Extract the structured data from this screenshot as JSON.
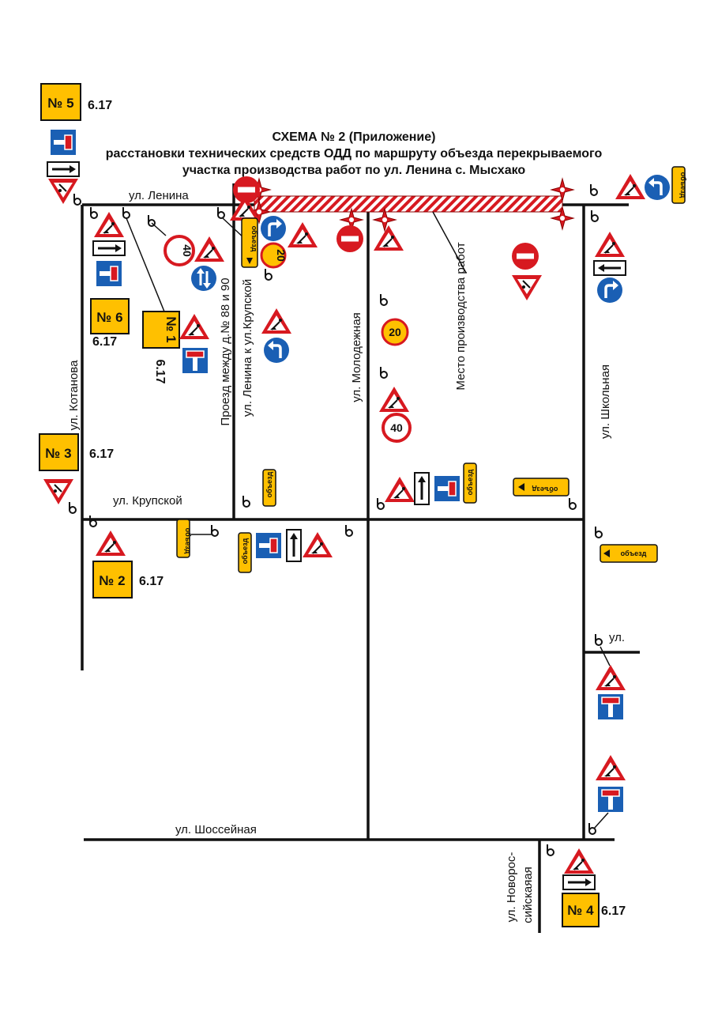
{
  "title": {
    "line1": "СХЕМА № 2 (Приложение)",
    "line2": "расстановки технических средств ОДД по маршруту объезда перекрываемого",
    "line3": "участка производства работ по ул. Ленина с. Мысхако"
  },
  "streets": {
    "lenina": "ул. Ленина",
    "kotanova": "ул. Котанова",
    "krupskoy": "ул. Крупской",
    "shosseynaya": "ул. Шоссейная",
    "proezd": "Проезд между д.№ 88 и 90",
    "lenina_krupskoy": "ул. Ленина к ул.Крупской",
    "molodezhnaya": "ул. Молодежная",
    "workplace": "Место производства работ",
    "shkolnaya": "ул. Школьная",
    "ul_short": "ул.",
    "novoross_1": "ул. Новорос-",
    "novoross_2": "сийскаяая"
  },
  "points": [
    {
      "id": "no5",
      "label": "№ 5",
      "ref": "6.17"
    },
    {
      "id": "no6",
      "label": "№ 6",
      "ref": "6.17"
    },
    {
      "id": "no1",
      "label": "№ 1",
      "ref": "6.17"
    },
    {
      "id": "no3",
      "label": "№ 3",
      "ref": "6.17"
    },
    {
      "id": "no2",
      "label": "№ 2",
      "ref": "6.17"
    },
    {
      "id": "no4",
      "label": "№ 4",
      "ref": "6.17"
    }
  ],
  "sign_text": {
    "detour": "объезд",
    "speed_40": "40",
    "speed_20": "20"
  },
  "colors": {
    "sign_red": "#d71920",
    "sign_blue": "#1a5fb4",
    "sign_yellow": "#ffc000",
    "road": "#111111",
    "work_zone": "#d71920"
  },
  "icons": [
    "road-works-sign",
    "no-entry-sign",
    "speed-limit-sign",
    "keep-left-right-sign",
    "turn-left-sign",
    "turn-right-sign",
    "dead-end-sign",
    "detour-sign",
    "one-way-arrow-sign",
    "traffic-light-icon",
    "signpost-icon"
  ]
}
